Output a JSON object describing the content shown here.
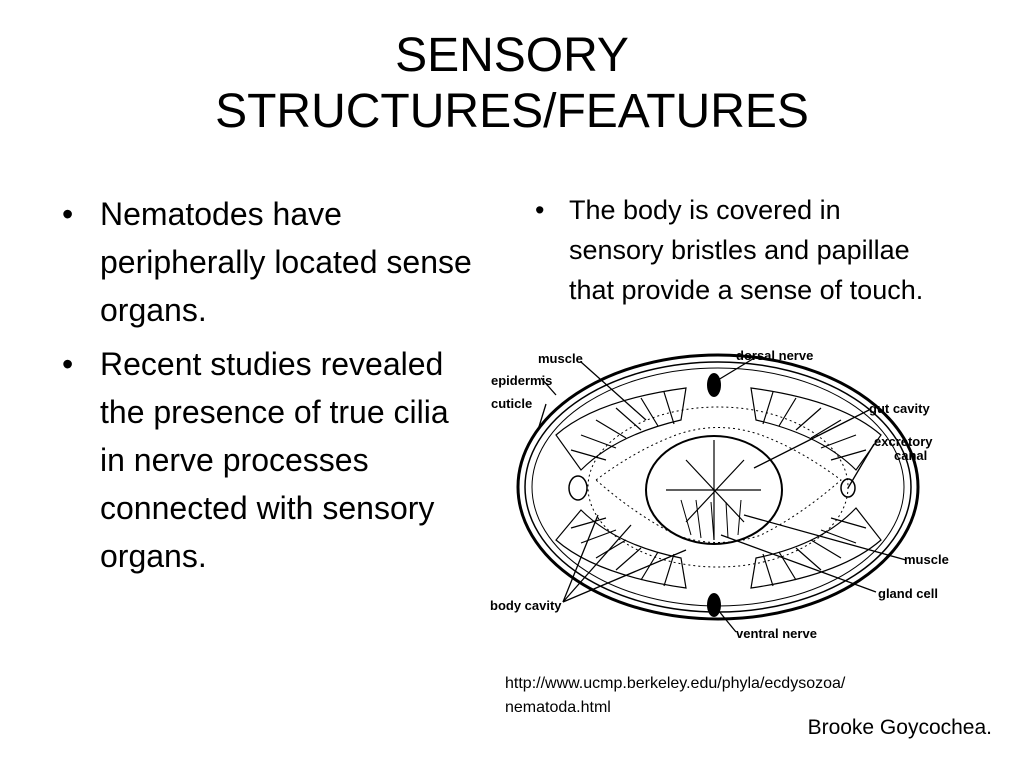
{
  "title": {
    "line1": "SENSORY",
    "line2": "STRUCTURES/FEATURES"
  },
  "left_bullets": [
    "Nematodes have peripherally located sense organs.",
    "Recent studies revealed the presence of true cilia in nerve processes connected with sensory organs."
  ],
  "right_bullets": [
    "The body is covered in sensory bristles and papillae that provide a sense of touch."
  ],
  "diagram": {
    "labels": {
      "muscle_top": "muscle",
      "dorsal_nerve": "dorsal nerve",
      "epidermis": "epidermis",
      "cuticle": "cuticle",
      "gut_cavity": "gut cavity",
      "excretory": "excretory",
      "canal": "canal",
      "muscle_right": "muscle",
      "gland_cell": "gland cell",
      "body_cavity": "body cavity",
      "ventral_nerve": "ventral nerve"
    }
  },
  "source": {
    "line1": "http://www.ucmp.berkeley.edu/phyla/ecdysozoa/",
    "line2": "nematoda.html"
  },
  "author": "Brooke Goycochea."
}
